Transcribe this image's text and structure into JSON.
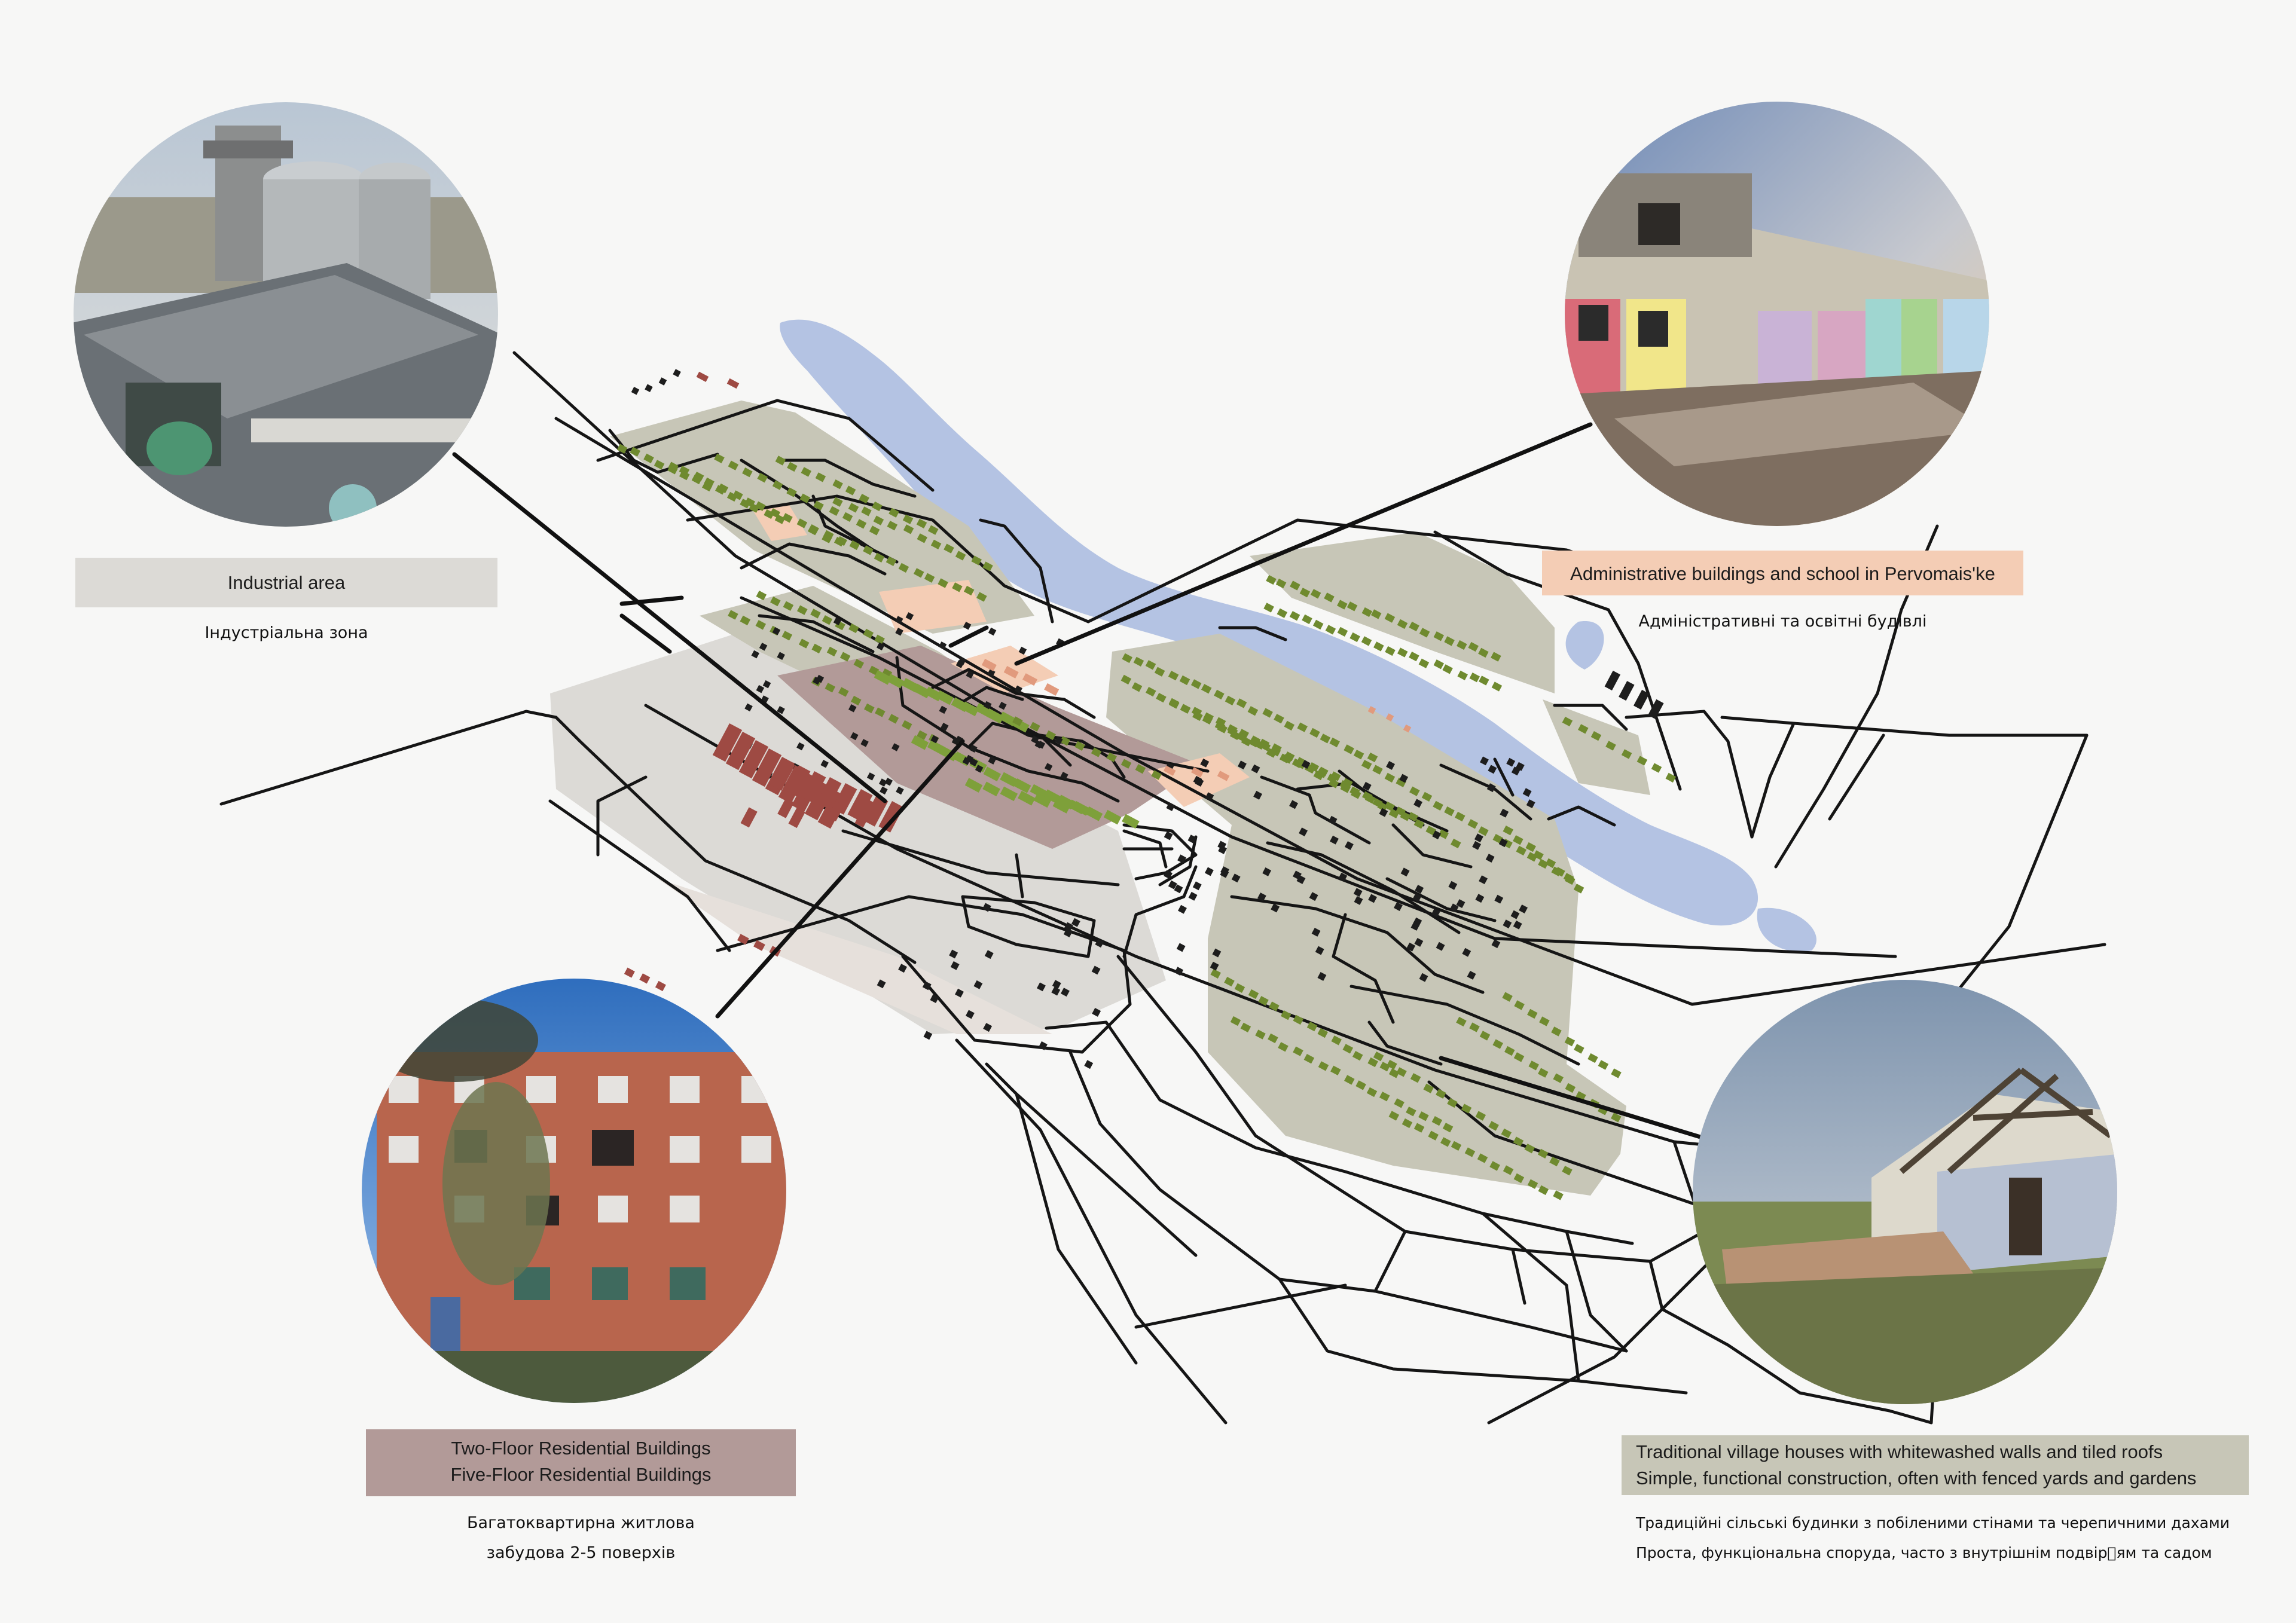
{
  "colors": {
    "background": "#f7f7f6",
    "river": "#b4c3e3",
    "village_zone": "#c7c6b7",
    "residential_zone": "#b29a98",
    "industrial_zone": "#dcdad6",
    "admin_zone": "#f4cdb5",
    "roads": "#151515",
    "trees": "#6f8a2f",
    "houses_dark": "#1d1d1d",
    "industrial_buildings": "#9e4a43"
  },
  "callouts": {
    "industrial": {
      "title": "Industrial area",
      "subtitle": "Індустріальна зона",
      "bg": "#dcdad6"
    },
    "administrative": {
      "title": "Administrative buildings and school in Pervomais'ke",
      "subtitle": "Адміністративні та освітні будівлі",
      "bg": "#f4cdb5"
    },
    "residential": {
      "title_line1": "Two-Floor Residential Buildings",
      "title_line2": "Five-Floor Residential Buildings",
      "subtitle_line1": "Багатоквартирна житлова",
      "subtitle_line2": "забудова 2-5 поверхів",
      "bg": "#b29a98"
    },
    "village": {
      "title_line1": "Traditional village houses with whitewashed walls and tiled roofs",
      "title_line2": "Simple, functional construction, often with fenced yards and gardens",
      "subtitle_line1": "Традиційні сільські будинки з побіленими стінами та черепичними дахами",
      "subtitle_line2": "Проста, функціональна споруда, часто з внутрішнім подвір\u0000ям та садом",
      "bg": "#c7c6b7"
    }
  },
  "photos": {
    "industrial": "industrial-silo-photo",
    "administrative": "school-building-photo",
    "residential": "apartment-block-photo",
    "village": "village-house-photo"
  }
}
